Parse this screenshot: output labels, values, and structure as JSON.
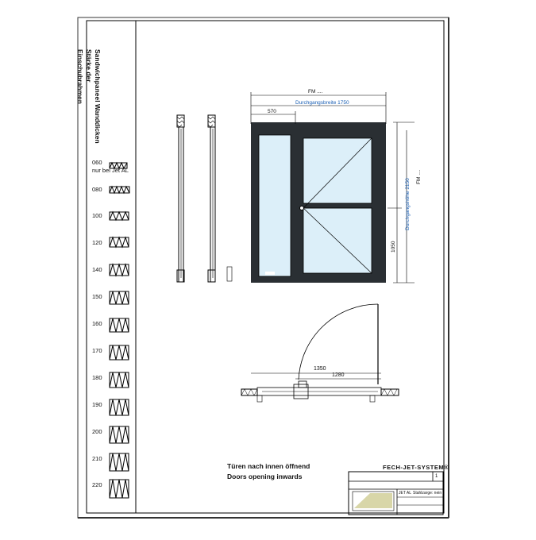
{
  "side_title": {
    "line1": "Sandwichpaneel Wanddicken",
    "line2": "Stärke der",
    "line3": "Einschubrahmen"
  },
  "thickness_labels": [
    {
      "value": "060",
      "note": "nur bei Jet AL"
    },
    {
      "value": "080",
      "note": ""
    },
    {
      "value": "100",
      "note": ""
    },
    {
      "value": "120",
      "note": ""
    },
    {
      "value": "140",
      "note": ""
    },
    {
      "value": "150",
      "note": ""
    },
    {
      "value": "160",
      "note": ""
    },
    {
      "value": "170",
      "note": ""
    },
    {
      "value": "180",
      "note": ""
    },
    {
      "value": "190",
      "note": ""
    },
    {
      "value": "200",
      "note": ""
    },
    {
      "value": "210",
      "note": ""
    },
    {
      "value": "220",
      "note": ""
    }
  ],
  "door_dims": {
    "fm_top": "FM ....",
    "passage_width": "Durchgangsbreite 1750",
    "side_width": "570",
    "fm_right": "FM ....",
    "passage_height": "Durchgangshöhe 2150",
    "handle_height": "1050"
  },
  "plan_dims": {
    "outer": "1350",
    "inner": "1280"
  },
  "caption": {
    "de": "Türen nach innen öffnend",
    "en": "Doors opening inwards"
  },
  "brand": "FECH-JET-SYSTEM®",
  "title_block": {
    "sheet_no": "1",
    "jet": "JET AL",
    "status": "Stahlzarge: nein"
  }
}
